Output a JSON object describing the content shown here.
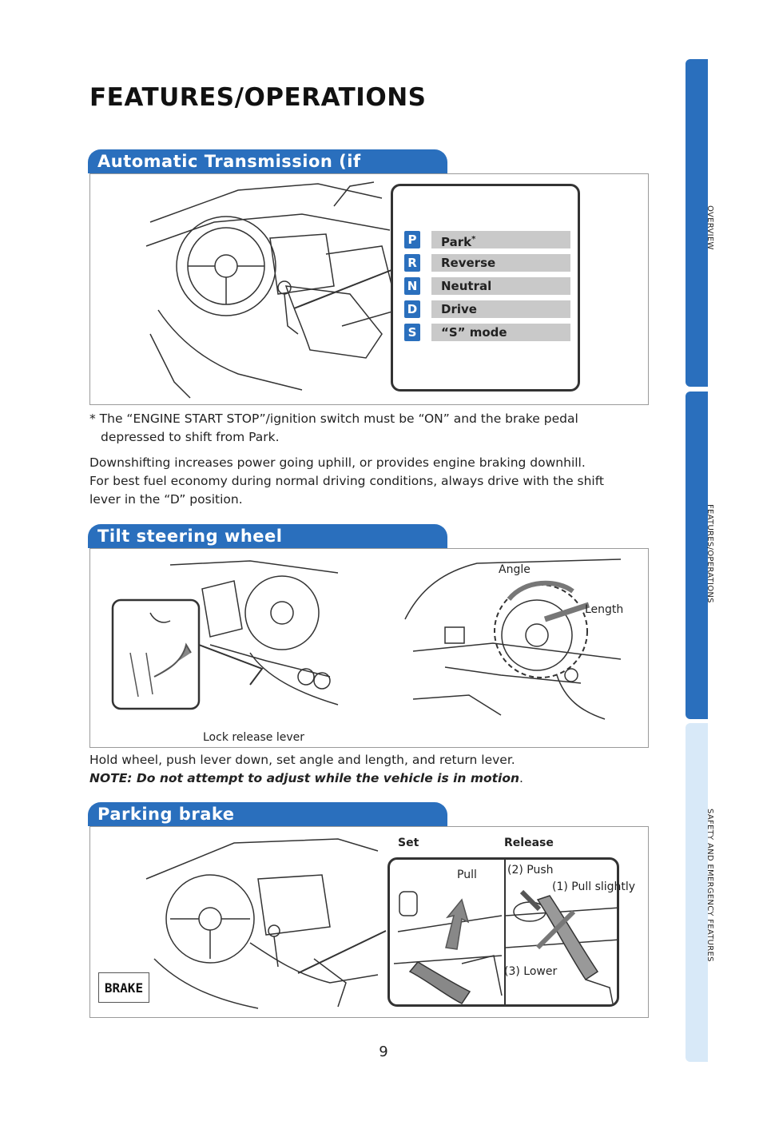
{
  "page": {
    "title": "FEATURES/OPERATIONS",
    "page_number": "9"
  },
  "colors": {
    "accent": "#2a6fbd",
    "tab_active": "#2a6fbd",
    "tab_light": "#d8e9f8"
  },
  "side_tabs": [
    {
      "label": "OVERVIEW"
    },
    {
      "label": "FEATURES/OPERATIONS"
    },
    {
      "label": "SAFETY AND EMERGENCY FEATURES"
    }
  ],
  "transmission": {
    "header": "Automatic Transmission (if equipped)",
    "gears": [
      {
        "letter": "P",
        "name": "Park",
        "mark": "*"
      },
      {
        "letter": "R",
        "name": "Reverse",
        "mark": ""
      },
      {
        "letter": "N",
        "name": "Neutral",
        "mark": ""
      },
      {
        "letter": "D",
        "name": "Drive",
        "mark": ""
      },
      {
        "letter": "S",
        "name": "“S” mode",
        "mark": ""
      }
    ],
    "footnote_line1": "* The “ENGINE START STOP”/ignition switch must be “ON” and the brake pedal",
    "footnote_line2": "depressed to shift from Park.",
    "para_line1": "Downshifting increases power going uphill, or provides engine braking downhill.",
    "para_line2": "For best fuel economy during normal driving conditions, always drive with the shift",
    "para_line3": "lever in the “D” position."
  },
  "tilt": {
    "header": "Tilt steering wheel",
    "label_angle": "Angle",
    "label_length": "Length",
    "label_lock": "Lock release lever",
    "instruction": "Hold wheel, push lever down, set angle and length, and return lever.",
    "note": "NOTE: Do not attempt to adjust while the vehicle is in motion",
    "note_end": "."
  },
  "parking": {
    "header": "Parking brake",
    "label_set": "Set",
    "label_release": "Release",
    "label_pull": "Pull",
    "label_push": "(2) Push",
    "label_pull_slightly": "(1) Pull slightly",
    "label_lower": "(3) Lower",
    "badge": "BRAKE"
  }
}
